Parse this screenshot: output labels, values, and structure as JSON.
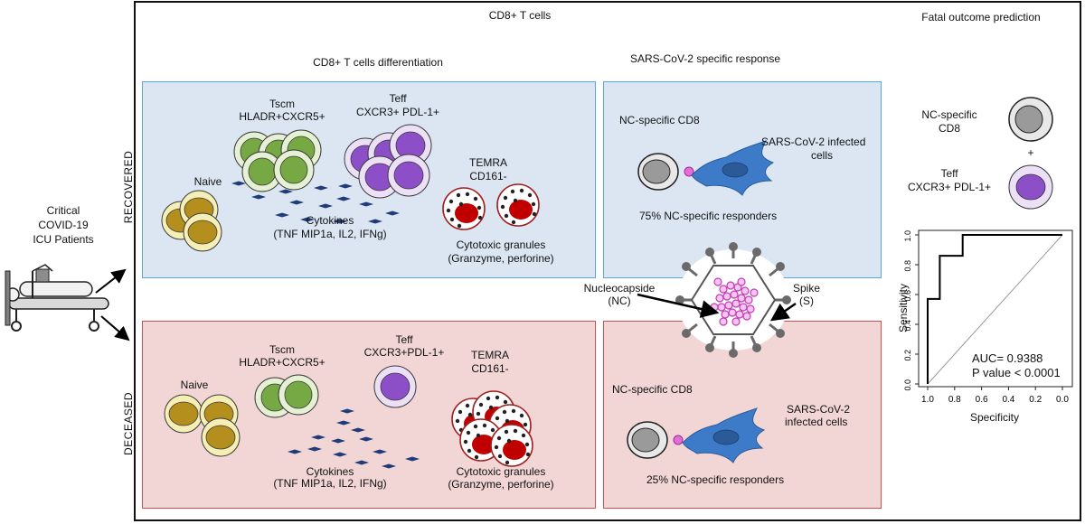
{
  "header": {
    "cd8_title": "CD8+ T cells",
    "fatal_title": "Fatal outcome prediction",
    "differentiation_title": "CD8+ T cells differentiation",
    "specific_title": "SARS-CoV-2 specific response"
  },
  "left": {
    "patients_line1": "Critical",
    "patients_line2": "COVID-19",
    "patients_line3": "ICU Patients"
  },
  "rows": {
    "recovered": "RECOVERED",
    "deceased": "DECEASED"
  },
  "recovered": {
    "naive": "Naive",
    "tscm_line1": "Tscm",
    "tscm_line2": "HLADR+CXCR5+",
    "teff_line1": "Teff",
    "teff_line2": "CXCR3+ PDL-1+",
    "temra_line1": "TEMRA",
    "temra_line2": "CD161-",
    "cytokines_line1": "Cytokines",
    "cytokines_line2": "(TNF MIP1a, IL2, IFNg)",
    "granules_line1": "Cytotoxic granules",
    "granules_line2": "(Granzyme, perforine)",
    "nc_cd8": "NC-specific CD8",
    "infected_line1": "SARS-CoV-2 infected",
    "infected_line2": "cells",
    "responders": "75% NC-specific responders"
  },
  "deceased": {
    "naive": "Naive",
    "tscm_line1": "Tscm",
    "tscm_line2": "HLADR+CXCR5+",
    "teff_line1": "Teff",
    "teff_line2": "CXCR3+PDL-1+",
    "temra_line1": "TEMRA",
    "temra_line2": "CD161-",
    "cytokines_line1": "Cytokines",
    "cytokines_line2": "(TNF MIP1a, IL2, IFNg)",
    "granules_line1": "Cytotoxic granules",
    "granules_line2": "(Granzyme, perforine)",
    "nc_cd8": "NC-specific CD8",
    "infected_line1": "SARS-CoV-2",
    "infected_line2": "infected cells",
    "responders": "25% NC-specific responders"
  },
  "virus": {
    "nc_line1": "Nucleocapside",
    "nc_line2": "(NC)",
    "spike_line1": "Spike",
    "spike_line2": "(S)"
  },
  "prediction": {
    "nc_line1": "NC-specific",
    "nc_line2": "CD8",
    "plus": "+",
    "teff_line1": "Teff",
    "teff_line2": "CXCR3+ PDL-1+"
  },
  "chart_data": {
    "type": "line",
    "title": "",
    "xlabel": "Specificity",
    "ylabel": "Sensitivity",
    "x_ticks": [
      "1.0",
      "0.8",
      "0.6",
      "0.4",
      "0.2",
      "0.0"
    ],
    "y_ticks": [
      "0.0",
      "0.2",
      "0.4",
      "0.6",
      "0.8",
      "1.0"
    ],
    "xlim": [
      1.0,
      0.0
    ],
    "ylim": [
      0.0,
      1.0
    ],
    "series": [
      {
        "name": "",
        "x": [
          1.0,
          1.0,
          0.91,
          0.91,
          0.85,
          0.85,
          0.74,
          0.74,
          0.0
        ],
        "y": [
          0.0,
          0.57,
          0.57,
          0.86,
          0.86,
          0.86,
          0.86,
          1.0,
          1.0
        ]
      }
    ],
    "diagonal": true,
    "annotations": [
      "AUC= 0.9388",
      "P value < 0.0001"
    ]
  },
  "colors": {
    "recovered_panel": "#dce6f2",
    "deceased_panel": "#f2d5d5",
    "naive_cell": "#b58f1d",
    "tscm_cell": "#76a843",
    "teff_cell": "#8c4fc8",
    "temra_cell": "#c00000"
  }
}
